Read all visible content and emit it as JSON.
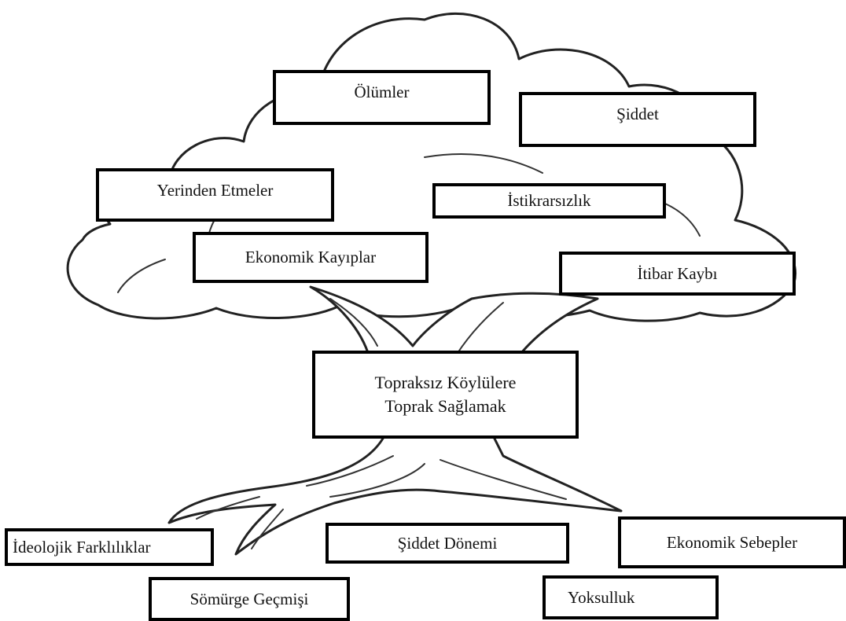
{
  "tree": {
    "consequences": {
      "deaths": "Ölümler",
      "violence": "Şiddet",
      "displacement": "Yerinden Etmeler",
      "instability": "İstikrarsızlık",
      "economic_losses": "Ekonomik Kayıplar",
      "loss_of_prestige": "İtibar Kaybı"
    },
    "core_problem": "Topraksız Köylülere\nToprak Sağlamak",
    "causes": {
      "ideological_differences": "İdeolojik Farklılıklar",
      "colonial_past": "Sömürge Geçmişi",
      "period_of_violence": "Şiddet Dönemi",
      "economic_reasons": "Ekonomik Sebepler",
      "poverty": "Yoksulluk"
    }
  }
}
